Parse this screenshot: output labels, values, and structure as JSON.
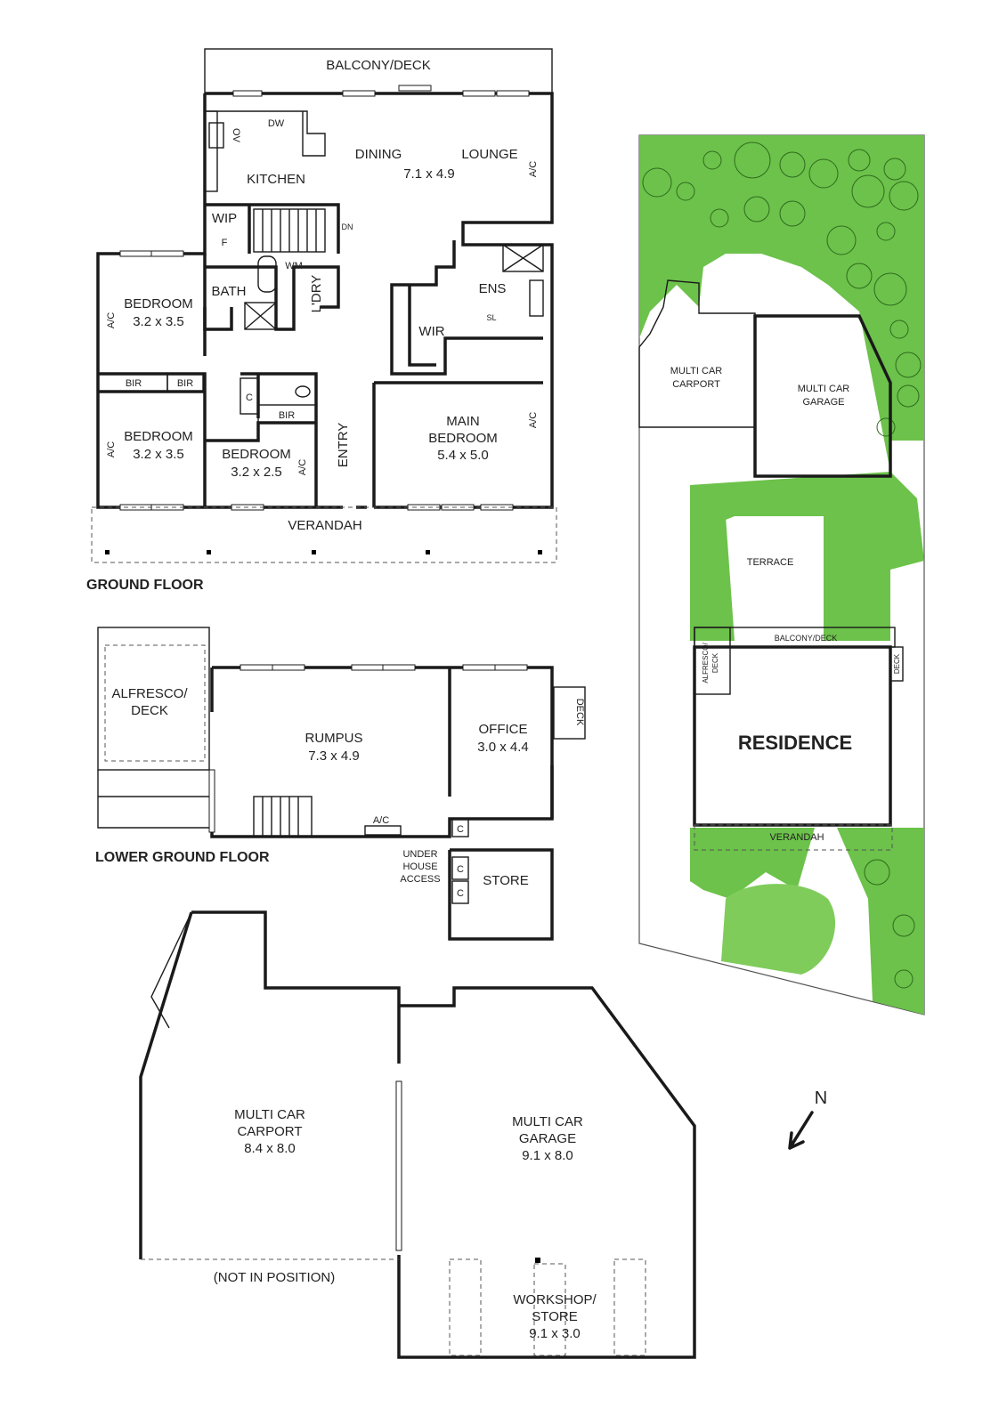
{
  "ground_floor": {
    "title": "GROUND FLOOR",
    "balcony": "BALCONY/DECK",
    "kitchen": "KITCHEN",
    "ov": "OV",
    "dw": "DW",
    "dining": "DINING",
    "lounge": "LOUNGE",
    "dining_size": "7.1 x 4.9",
    "ac": "A/C",
    "wip": "WIP",
    "fridge": "F",
    "dn": "DN",
    "bath": "BATH",
    "wm": "WM",
    "laundry": "L'DRY",
    "ens": "ENS",
    "sl": "SL",
    "wir": "WIR",
    "bed1": "BEDROOM",
    "bed1_size": "3.2 x 3.5",
    "bed2": "BEDROOM",
    "bed2_size": "3.2 x 3.5",
    "bed3": "BEDROOM",
    "bed3_size": "3.2 x 2.5",
    "bir": "BIR",
    "c": "C",
    "entry": "ENTRY",
    "main": "MAIN",
    "main_bed": "BEDROOM",
    "main_size": "5.4 x 5.0",
    "verandah": "VERANDAH"
  },
  "lower_floor": {
    "title": "LOWER GROUND FLOOR",
    "alfresco": "ALFRESCO/",
    "alfresco2": "DECK",
    "rumpus": "RUMPUS",
    "rumpus_size": "7.3 x 4.9",
    "ac": "A/C",
    "office": "OFFICE",
    "office_size": "3.0 x 4.4",
    "deck": "DECK",
    "c": "C",
    "under1": "UNDER",
    "under2": "HOUSE",
    "under3": "ACCESS",
    "store": "STORE"
  },
  "garage_plan": {
    "carport1": "MULTI CAR",
    "carport2": "CARPORT",
    "carport_size": "8.4 x 8.0",
    "garage1": "MULTI CAR",
    "garage2": "GARAGE",
    "garage_size": "9.1 x 8.0",
    "workshop1": "WORKSHOP/",
    "workshop2": "STORE",
    "workshop_size": "9.1 x 3.0",
    "not_in_position": "(NOT IN POSITION)"
  },
  "site_plan": {
    "carport1": "MULTI CAR",
    "carport2": "CARPORT",
    "garage1": "MULTI CAR",
    "garage2": "GARAGE",
    "terrace": "TERRACE",
    "balcony": "BALCONY/DECK",
    "alfresco1": "ALFRESCO/",
    "alfresco2": "DECK",
    "deck": "DECK",
    "residence": "RESIDENCE",
    "verandah": "VERANDAH"
  },
  "compass": {
    "label": "N",
    "icon": "north-arrow-icon"
  },
  "colors": {
    "garden": "#6cc24a",
    "lawn": "#7fcc5b",
    "wall": "#1a1a1a"
  }
}
